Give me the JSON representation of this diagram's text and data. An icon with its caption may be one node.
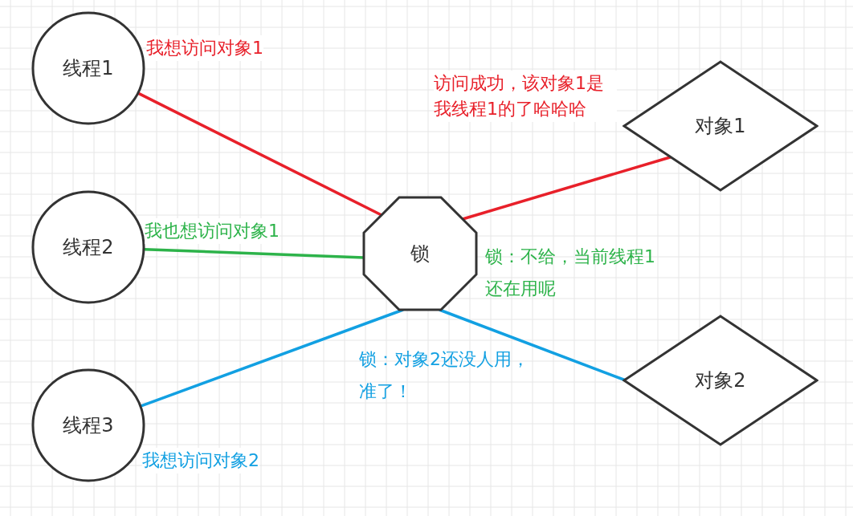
{
  "diagram": {
    "nodes": [
      {
        "text": [
          "线程1"
        ]
      },
      {
        "text": [
          "线程2"
        ]
      },
      {
        "text": [
          "线程3"
        ]
      },
      {
        "text": [
          "锁"
        ]
      },
      {
        "text": [
          "对象1"
        ]
      },
      {
        "text": [
          "对象2"
        ]
      }
    ],
    "edges": [
      {
        "from": 0,
        "to": 3,
        "arrow": "none",
        "label": "我想访问对象1",
        "color": "#e8202a"
      },
      {
        "from": 1,
        "to": 3,
        "arrow": "none",
        "label": "我也想访问对象1",
        "color": "#2db34a"
      },
      {
        "from": 2,
        "to": 3,
        "arrow": "none",
        "label": "我想访问对象2",
        "color": "#12a0e2"
      },
      {
        "from": 3,
        "to": 4,
        "arrow": "none",
        "label": "访问成功，该对象1是我线程1的了哈哈哈",
        "color": "#e8202a"
      },
      {
        "from": 3,
        "to": 5,
        "arrow": "none",
        "color": "#12a0e2"
      }
    ],
    "labels": [
      "锁：不给，当前线程1还在用呢",
      "锁：对象2还没人用，准了！"
    ]
  }
}
